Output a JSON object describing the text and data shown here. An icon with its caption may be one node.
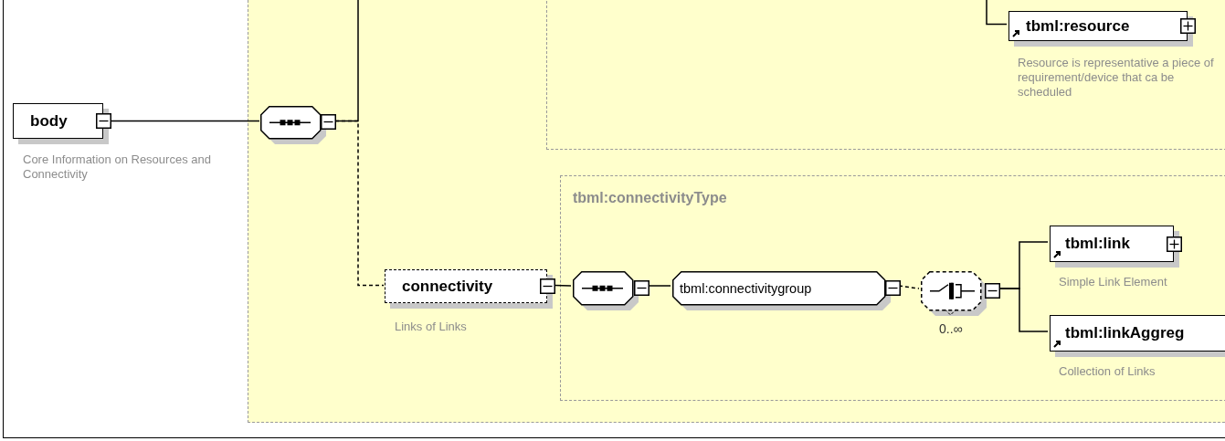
{
  "diagram": {
    "nodes": [
      {
        "text": [
          "body"
        ],
        "beside": [
          "Core Information on Resources and Connectivity"
        ]
      },
      {
        "text": [],
        "shape": "box"
      },
      {
        "text": [],
        "shape": "octagon",
        "in": 1
      },
      {
        "text": [],
        "shape": "box",
        "in": 1
      },
      {
        "text": [
          "tbml:resource"
        ],
        "beside": [
          "Resource is representative a piece of requirement/device that ca be scheduled"
        ],
        "in": 3
      },
      {
        "text": [
          "connectivity"
        ],
        "beside": [
          "Links of Links"
        ],
        "in": 1
      },
      {
        "text": [
          "tbml:connectivityType"
        ],
        "in": 1
      },
      {
        "text": [],
        "shape": "octagon",
        "in": 6
      },
      {
        "text": [
          "tbml:connectivitygroup"
        ],
        "in": 6
      },
      {
        "text": [],
        "shape": "octagon",
        "beside": [
          "0..∞"
        ],
        "in": 6
      },
      {
        "text": [
          "tbml:link"
        ],
        "beside": [
          "Simple Link Element"
        ],
        "in": 6
      },
      {
        "text": [
          "tbml:linkAggreg"
        ],
        "beside": [
          "Collection of Links"
        ],
        "in": 6
      }
    ],
    "edges": [
      {
        "from": 0,
        "to": 2,
        "arrow": "none"
      },
      {
        "from": 2,
        "to": null,
        "arrow": "none"
      },
      {
        "from": null,
        "to": 4,
        "arrow": "none"
      },
      {
        "from": 2,
        "to": 5,
        "arrow": "none",
        "style": "dashed"
      },
      {
        "from": 5,
        "to": 7,
        "arrow": "none"
      },
      {
        "from": 7,
        "to": 8,
        "arrow": "none"
      },
      {
        "from": 8,
        "to": 9,
        "arrow": "none",
        "style": "dashed"
      },
      {
        "from": 9,
        "to": 10,
        "arrow": "none"
      },
      {
        "from": 9,
        "to": 11,
        "arrow": "none"
      }
    ]
  }
}
